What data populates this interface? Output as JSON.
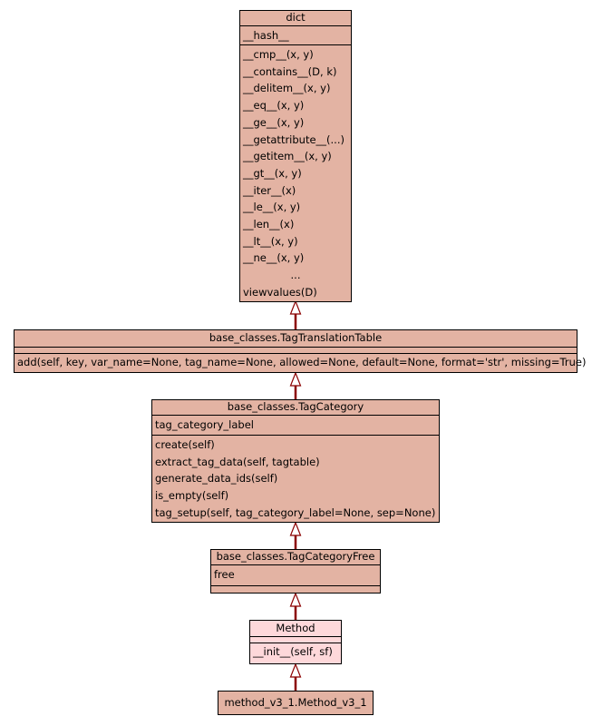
{
  "classes": {
    "dict": {
      "title": "dict",
      "attributes": [
        "__hash__"
      ],
      "methods": [
        "__cmp__(x, y)",
        "__contains__(D, k)",
        "__delitem__(x, y)",
        "__eq__(x, y)",
        "__ge__(x, y)",
        "__getattribute__(...)",
        "__getitem__(x, y)",
        "__gt__(x, y)",
        "__iter__(x)",
        "__le__(x, y)",
        "__len__(x)",
        "__lt__(x, y)",
        "__ne__(x, y)",
        "...",
        "viewvalues(D)"
      ]
    },
    "tag_translation_table": {
      "title": "base_classes.TagTranslationTable",
      "attributes": [],
      "methods": [
        "add(self, key, var_name=None, tag_name=None, allowed=None, default=None, format='str', missing=True)"
      ]
    },
    "tag_category": {
      "title": "base_classes.TagCategory",
      "attributes": [
        "tag_category_label"
      ],
      "methods": [
        "create(self)",
        "extract_tag_data(self, tagtable)",
        "generate_data_ids(self)",
        "is_empty(self)",
        "tag_setup(self, tag_category_label=None, sep=None)"
      ]
    },
    "tag_category_free": {
      "title": "base_classes.TagCategoryFree",
      "attributes": [
        "free"
      ],
      "methods": []
    },
    "method": {
      "title": "Method",
      "attributes": [],
      "methods": [
        "__init__(self, sf)"
      ]
    },
    "method_v3_1": {
      "title": "method_v3_1.Method_v3_1"
    }
  },
  "colors": {
    "class_fill": "#e3b3a3",
    "method_fill": "#fed8da",
    "edge": "#8b0000"
  }
}
